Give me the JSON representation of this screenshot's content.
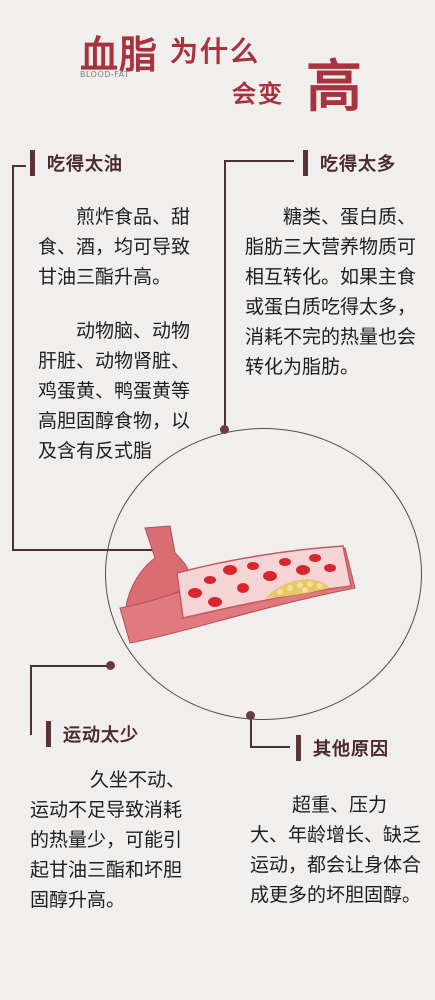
{
  "title": {
    "main": "血脂",
    "part1": "为什么",
    "part2": "会变",
    "big": "高",
    "subtitle": "BLOOD-FAT"
  },
  "sections": {
    "oil": {
      "header": "吃得太油",
      "p1": "煎炸食品、甜食、酒，均可导致甘油三酯升高。",
      "p2": "动物脑、动物肝脏、动物肾脏、鸡蛋黄、鸭蛋黄等高胆固醇食物，以及含有反式脂"
    },
    "much": {
      "header": "吃得太多",
      "p1": "糖类、蛋白质、脂肪三大营养物质可相互转化。如果主食或蛋白质吃得太多，消耗不完的热量也会转化为脂肪。"
    },
    "exercise": {
      "header": "运动太少",
      "p1": "久坐不动、运动不足导致消耗的热量少，可能引起甘油三酯和坏胆固醇升高。"
    },
    "other": {
      "header": "其他原因",
      "p1": "超重、压力大、年龄增长、缺乏运动，都会让身体合成更多的坏胆固醇。"
    }
  },
  "colors": {
    "accent": "#a8323e",
    "header_bar": "#5a3337",
    "vessel": "#d96d72",
    "blood_cell": "#d7262d",
    "fat": "#e8c768"
  }
}
